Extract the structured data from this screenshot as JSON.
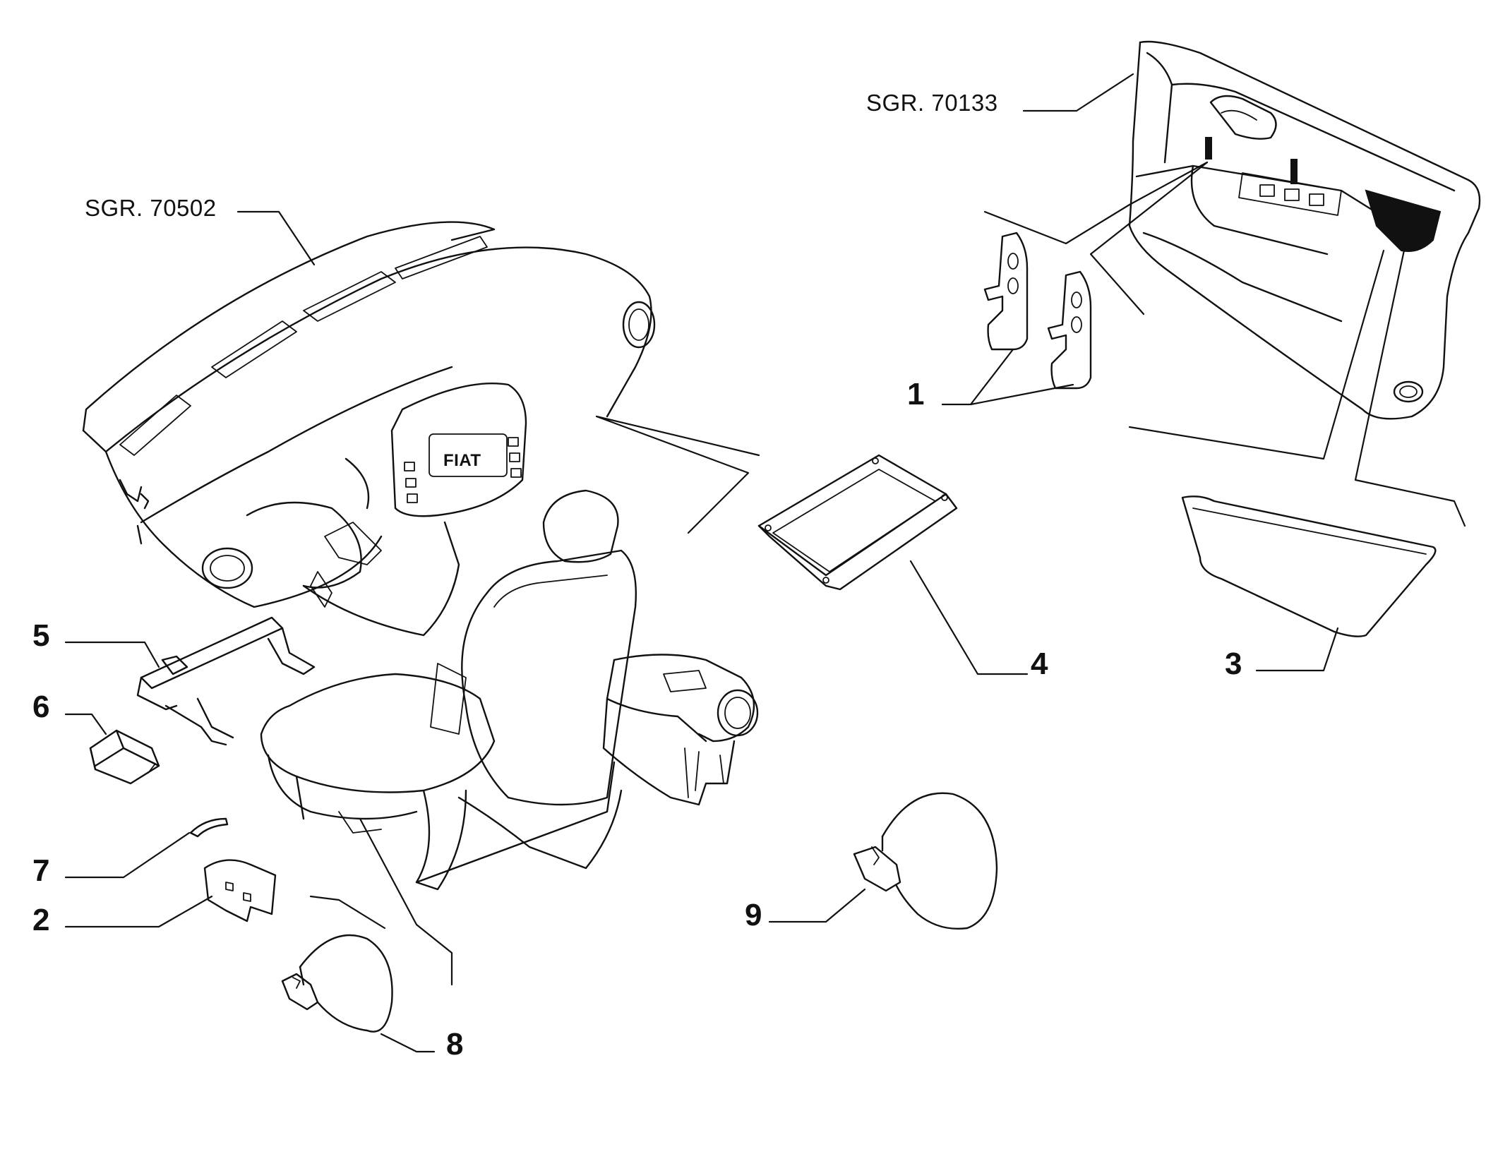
{
  "references": [
    {
      "id": "ref-dashboard",
      "text": "SGR. 70502"
    },
    {
      "id": "ref-door",
      "text": "SGR. 70133"
    }
  ],
  "callouts": [
    {
      "id": "1",
      "label": "1"
    },
    {
      "id": "2",
      "label": "2"
    },
    {
      "id": "3",
      "label": "3"
    },
    {
      "id": "4",
      "label": "4"
    },
    {
      "id": "5",
      "label": "5"
    },
    {
      "id": "6",
      "label": "6"
    },
    {
      "id": "7",
      "label": "7"
    },
    {
      "id": "8",
      "label": "8"
    },
    {
      "id": "9",
      "label": "9"
    }
  ],
  "dashboard_badge": "FIAT"
}
